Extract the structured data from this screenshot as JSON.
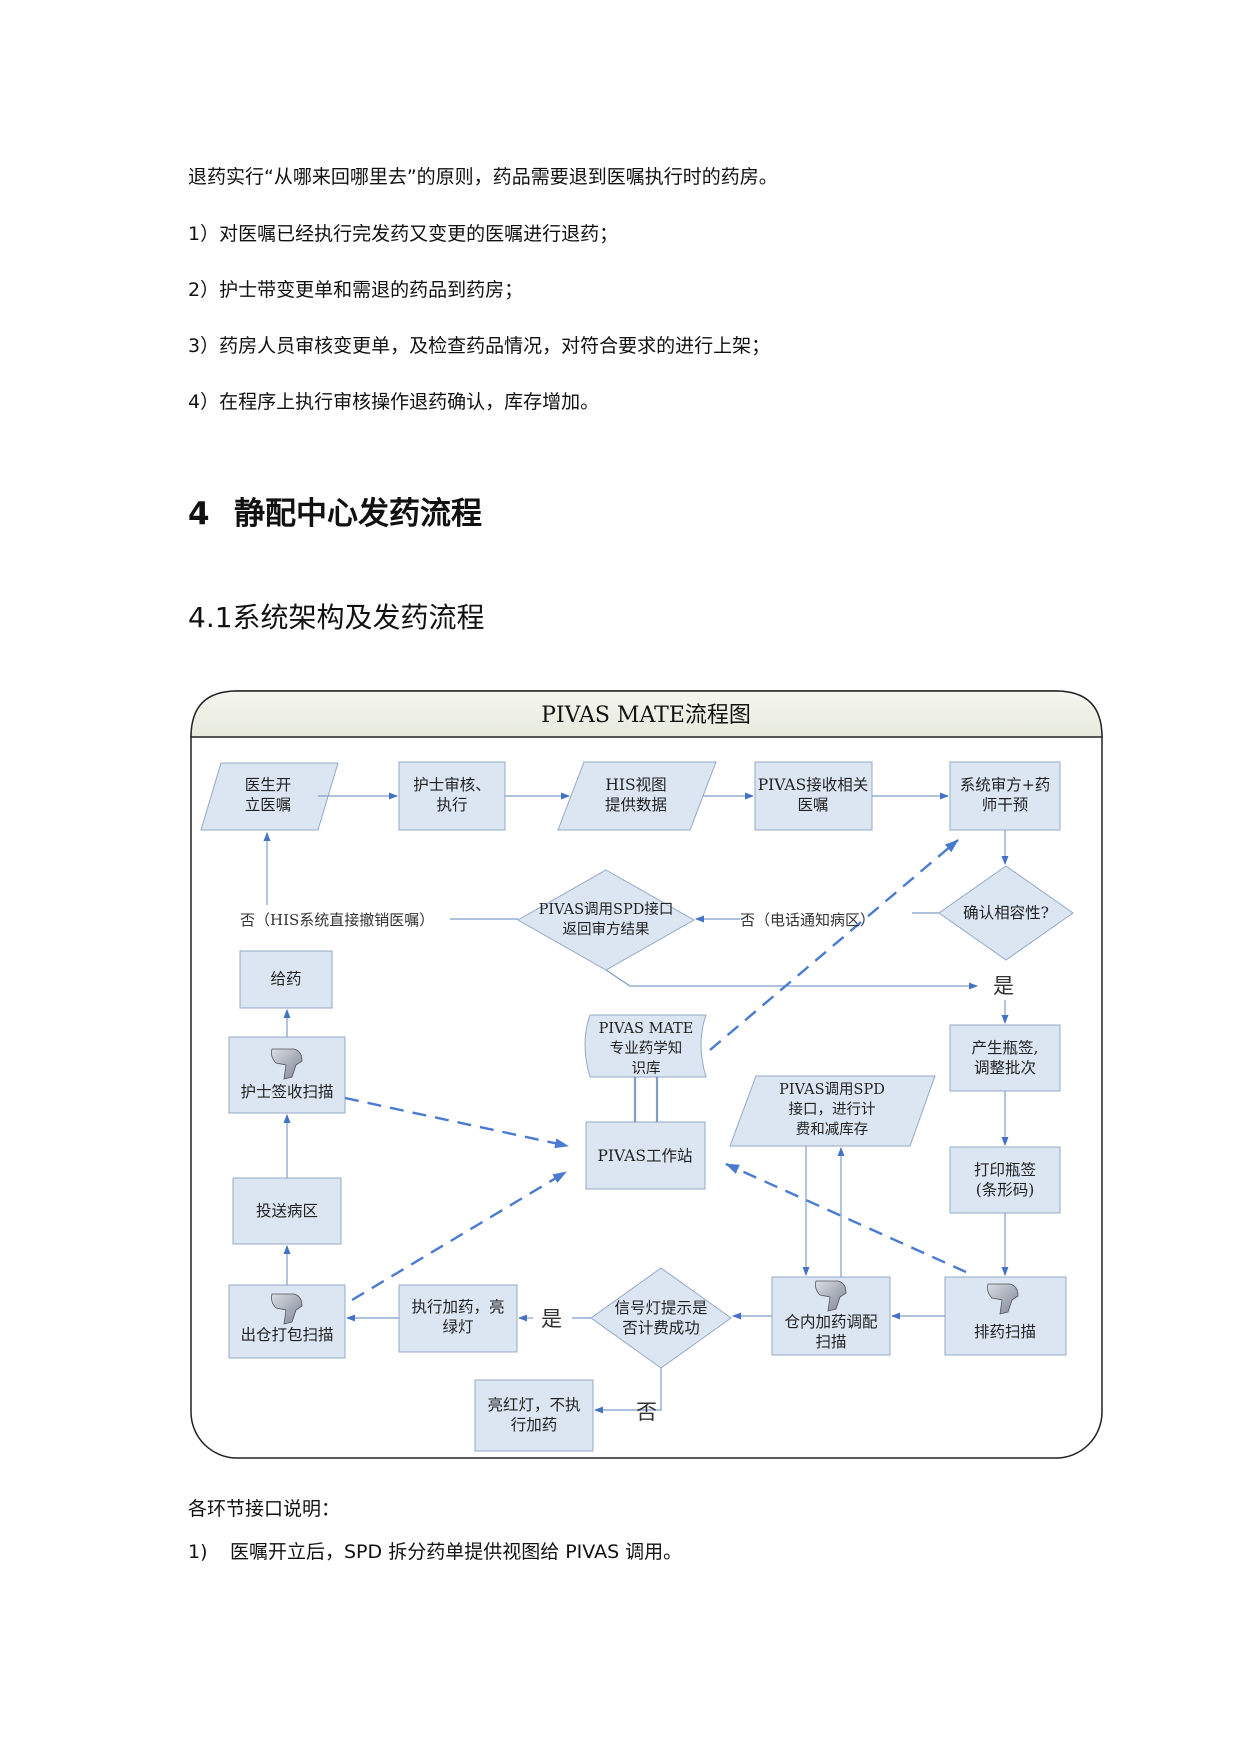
{
  "intro": "退药实行“从哪来回哪里去”的原则，药品需要退到医嘱执行时的药房。",
  "steps": [
    {
      "num": "1）",
      "text": "对医嘱已经执行完发药又变更的医嘱进行退药；"
    },
    {
      "num": "2）",
      "text": "护士带变更单和需退的药品到药房；"
    },
    {
      "num": "3）",
      "text": "药房人员审核变更单，及检查药品情况，对符合要求的进行上架；"
    },
    {
      "num": "4）",
      "text": "在程序上执行审核操作退药确认，库存增加。"
    }
  ],
  "section": {
    "num": "4",
    "title": "静配中心发药流程"
  },
  "subsection": {
    "num": "4.1",
    "title": "系统架构及发药流程"
  },
  "diagram": {
    "title": "PIVAS MATE流程图",
    "nodes": {
      "doctor": [
        "医生开",
        "立医嘱"
      ],
      "nurse_review": [
        "护士审核、",
        "执行"
      ],
      "his_view": [
        "HIS视图",
        "提供数据"
      ],
      "pivas_receive": [
        "PIVAS接收相关",
        "医嘱"
      ],
      "system_review": [
        "系统审方+药",
        "师干预"
      ],
      "confirm": [
        "确认相容性?"
      ],
      "spd_return": [
        "PIVAS调用SPD接口",
        "返回审方结果"
      ],
      "give_drug": [
        "给药"
      ],
      "nurse_scan": [
        "护士签收扫描"
      ],
      "knowledge": [
        "PIVAS MATE",
        "专业药学知",
        "识库"
      ],
      "spd_billing": [
        "PIVAS调用SPD",
        "接口，进行计",
        "费和减库存"
      ],
      "workstation": [
        "PIVAS工作站"
      ],
      "deliver": [
        "投送病区"
      ],
      "label": [
        "产生瓶签,",
        "调整批次"
      ],
      "print_label": [
        "打印瓶签",
        "(条形码)"
      ],
      "sort_scan": [
        "排药扫描"
      ],
      "warehouse_scan": [
        "仓内加药调配",
        "扫描"
      ],
      "signal": [
        "信号灯提示是",
        "否计费成功"
      ],
      "exec_green": [
        "执行加药，亮",
        "绿灯"
      ],
      "out_scan": [
        "出仓打包扫描"
      ],
      "red_light": [
        "亮红灯，不执",
        "行加药"
      ]
    },
    "labels": {
      "no_his": "否（HIS系统直接撤销医嘱）",
      "no_phone": "否（电话通知病区）",
      "yes1": "是",
      "yes2": "是",
      "no2": "否"
    }
  },
  "footer_heading": "各环节接口说明：",
  "footer_item": {
    "num": "1)",
    "text": "医嘱开立后，SPD 拆分药单提供视图给 PIVAS 调用。"
  }
}
